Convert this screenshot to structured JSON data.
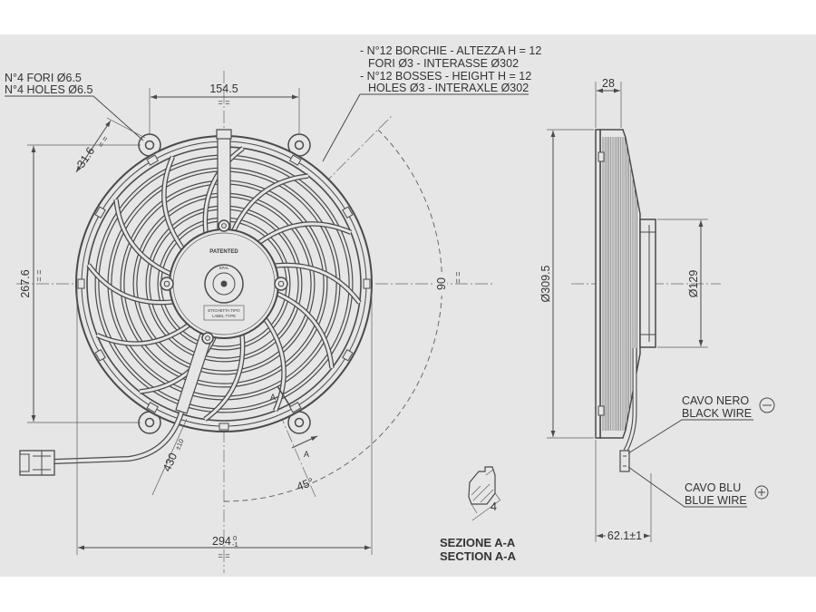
{
  "notes": {
    "holes": [
      "N°4 FORI Ø6.5",
      "N°4 HOLES Ø6.5"
    ],
    "bosses": [
      "- N°12 BORCHIE - ALTEZZA H = 12",
      "FORI Ø3 - INTERASSE Ø302",
      "- N°12 BOSSES - HEIGHT H = 12",
      "HOLES Ø3 - INTERAXLE Ø302"
    ]
  },
  "front_view": {
    "hub": {
      "patented": "PATENTED",
      "brand": "SPAL",
      "label": [
        "ETICHETTA TIPO",
        "LABEL TYPE"
      ]
    },
    "section_cut_label": "A",
    "section_arrow_label": "A"
  },
  "dimensions": {
    "hole_spacing_horizontal": "154.5",
    "hole_offset": "31.6",
    "hole_spacing_vertical": "267.6",
    "overall_width": "294",
    "overall_width_tol_upper": "0",
    "overall_width_tol_lower": "-1",
    "angle_right": "90",
    "cable_length": "430",
    "cable_length_tol": "±10",
    "angle_cable": "45°",
    "flange_depth": "28",
    "outer_diameter": "Ø309.5",
    "motor_diameter": "Ø129",
    "overall_depth": "62.1±1",
    "symmetry_mark": "= ="
  },
  "wires": {
    "black": {
      "label": [
        "CAVO NERO",
        "BLACK WIRE"
      ],
      "polarity_icon": "minus-circle-icon"
    },
    "blue": {
      "label": [
        "CAVO BLU",
        "BLUE WIRE"
      ],
      "polarity_icon": "plus-circle-icon"
    }
  },
  "section": {
    "title": [
      "SEZIONE A-A",
      "SECTION A-A"
    ],
    "dimension": "4"
  },
  "colors": {
    "background": "#e6e6e6",
    "line": "#4a4a4a",
    "text": "#333333"
  }
}
